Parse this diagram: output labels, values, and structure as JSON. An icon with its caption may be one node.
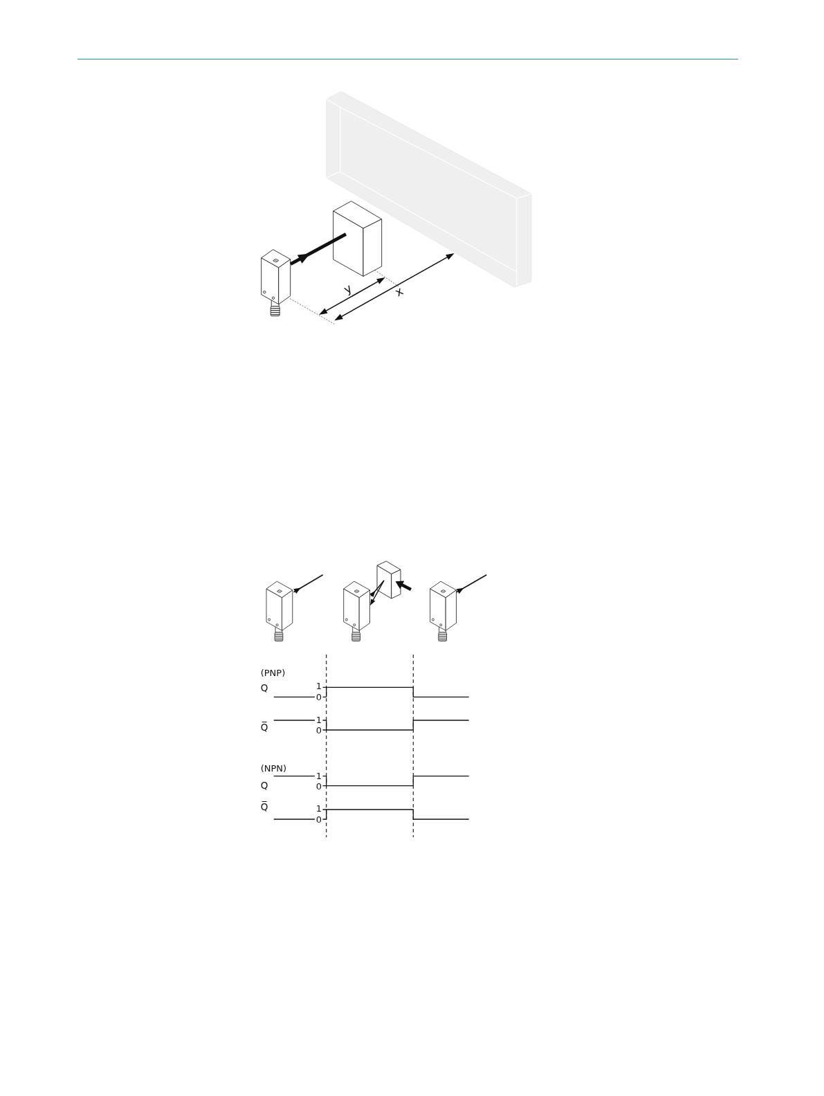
{
  "diagram": {
    "labels": [
      "y",
      "x",
      "(PNP)",
      "Q",
      "1",
      "0",
      "1",
      "Q̅",
      "0",
      "(NPN)",
      "1",
      "Q",
      "0",
      "Q̅",
      "1",
      "0"
    ]
  }
}
